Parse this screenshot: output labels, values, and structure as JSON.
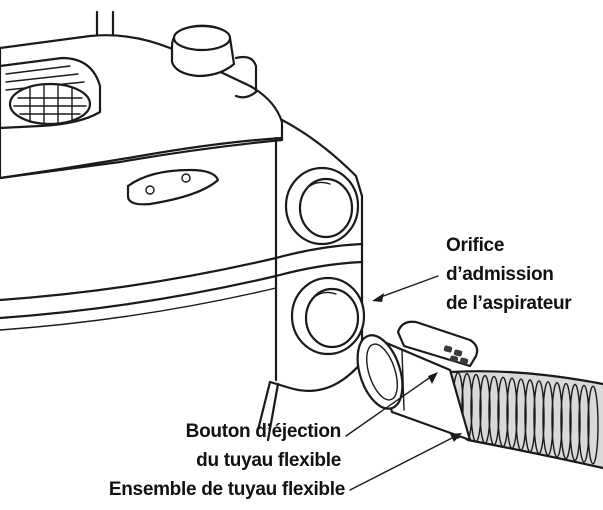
{
  "labels": {
    "inlet": [
      "Orifice",
      "d’admission",
      "de l’aspirateur"
    ],
    "eject_button": [
      "Bouton d’éjection",
      "du tuyau flexible"
    ],
    "hose_assembly": [
      "Ensemble de tuyau flexible"
    ]
  },
  "colors": {
    "ink": "#1a1a1a",
    "background": "#ffffff",
    "shade": "#d9d9d9"
  }
}
